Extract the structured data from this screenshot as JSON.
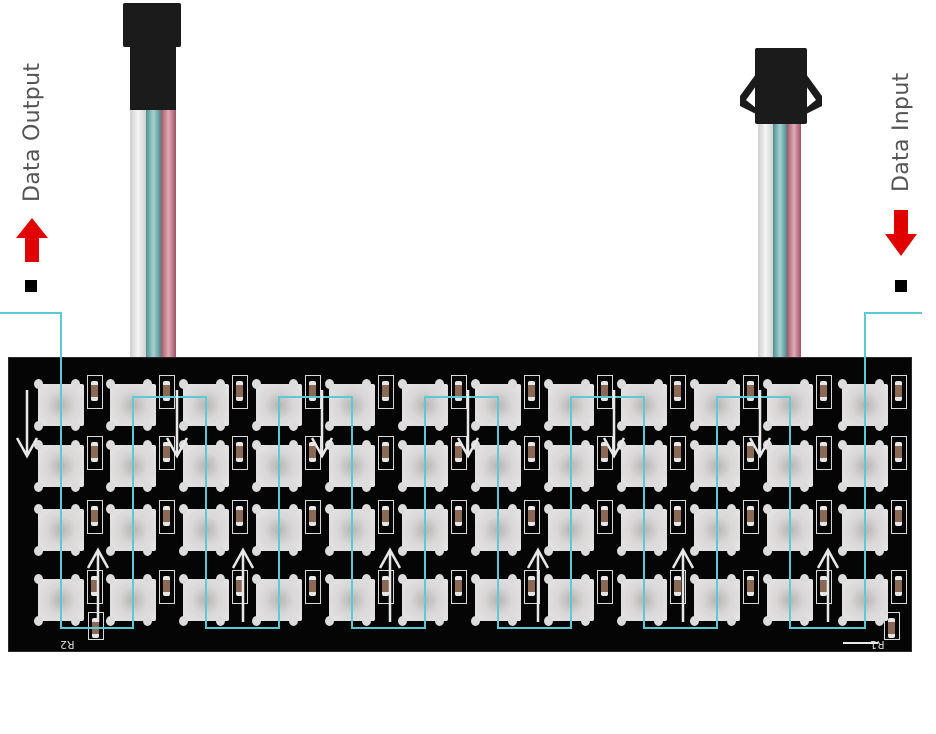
{
  "labels": {
    "left": "Data Output",
    "right": "Data Input"
  },
  "board": {
    "rows": 4,
    "columns": 12,
    "led_count": 48,
    "silkscreen": {
      "left": "R2",
      "right": "R1"
    }
  },
  "arrows": {
    "output_direction": "up",
    "input_direction": "down"
  },
  "colors": {
    "arrow_red": "#e00000",
    "trace_cyan": "#5cc9d4",
    "board": "#050505",
    "wire_white": "#e4e4e4",
    "wire_teal": "#6aa6a6",
    "wire_red": "#c9828f",
    "connector": "#1b1b1b",
    "label_text": "#555555"
  }
}
